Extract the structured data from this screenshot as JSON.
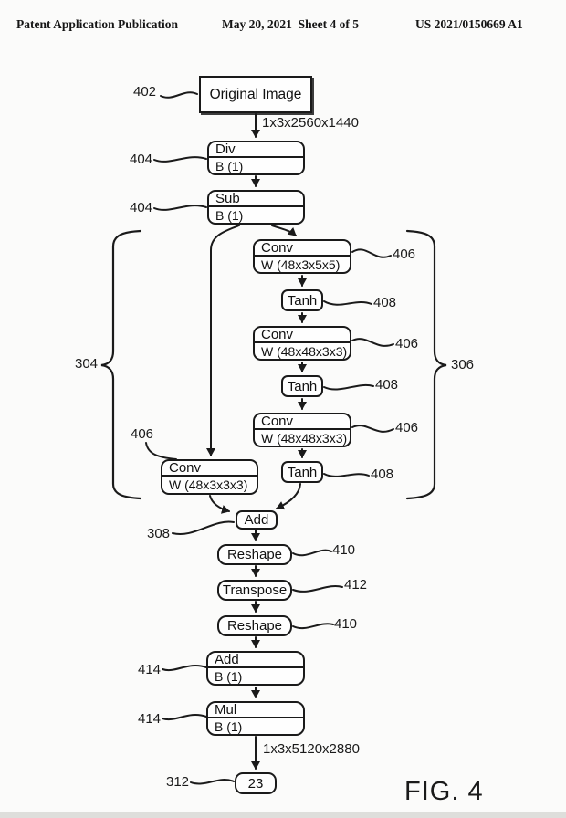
{
  "header": {
    "left": "Patent Application Publication",
    "center": "May 20, 2021  Sheet 4 of 5",
    "right": "US 2021/0150669 A1"
  },
  "figure": {
    "label": "FIG. 4"
  },
  "edge_labels": {
    "input_dims": "1x3x2560x1440",
    "output_dims": "1x3x5120x2880"
  },
  "nodes": {
    "original_image": {
      "title": "Original Image",
      "ref": "402"
    },
    "div": {
      "title": "Div",
      "param": "B (1)",
      "ref": "404"
    },
    "sub": {
      "title": "Sub",
      "param": "B (1)",
      "ref": "404"
    },
    "conv1": {
      "title": "Conv",
      "param": "W (48x3x5x5)",
      "ref": "406"
    },
    "tanh1": {
      "title": "Tanh",
      "ref": "408"
    },
    "conv2": {
      "title": "Conv",
      "param": "W (48x48x3x3)",
      "ref": "406"
    },
    "tanh2": {
      "title": "Tanh",
      "ref": "408"
    },
    "conv3": {
      "title": "Conv",
      "param": "W (48x48x3x3)",
      "ref": "406"
    },
    "tanh3": {
      "title": "Tanh",
      "ref": "408"
    },
    "conv4": {
      "title": "Conv",
      "param": "W (48x3x3x3)",
      "ref": "406"
    },
    "add": {
      "title": "Add",
      "ref": "308"
    },
    "reshape1": {
      "title": "Reshape",
      "ref": "410"
    },
    "transpose": {
      "title": "Transpose",
      "ref": "412"
    },
    "reshape2": {
      "title": "Reshape",
      "ref": "410"
    },
    "add_b": {
      "title": "Add",
      "param": "B (1)",
      "ref": "414"
    },
    "mul_b": {
      "title": "Mul",
      "param": "B (1)",
      "ref": "414"
    },
    "output": {
      "title": "23",
      "ref": "312"
    }
  },
  "groups": {
    "left_brace": {
      "ref": "304"
    },
    "right_brace": {
      "ref": "306"
    }
  },
  "colors": {
    "ink": "#1a1a1a",
    "paper": "#fbfbfa"
  }
}
